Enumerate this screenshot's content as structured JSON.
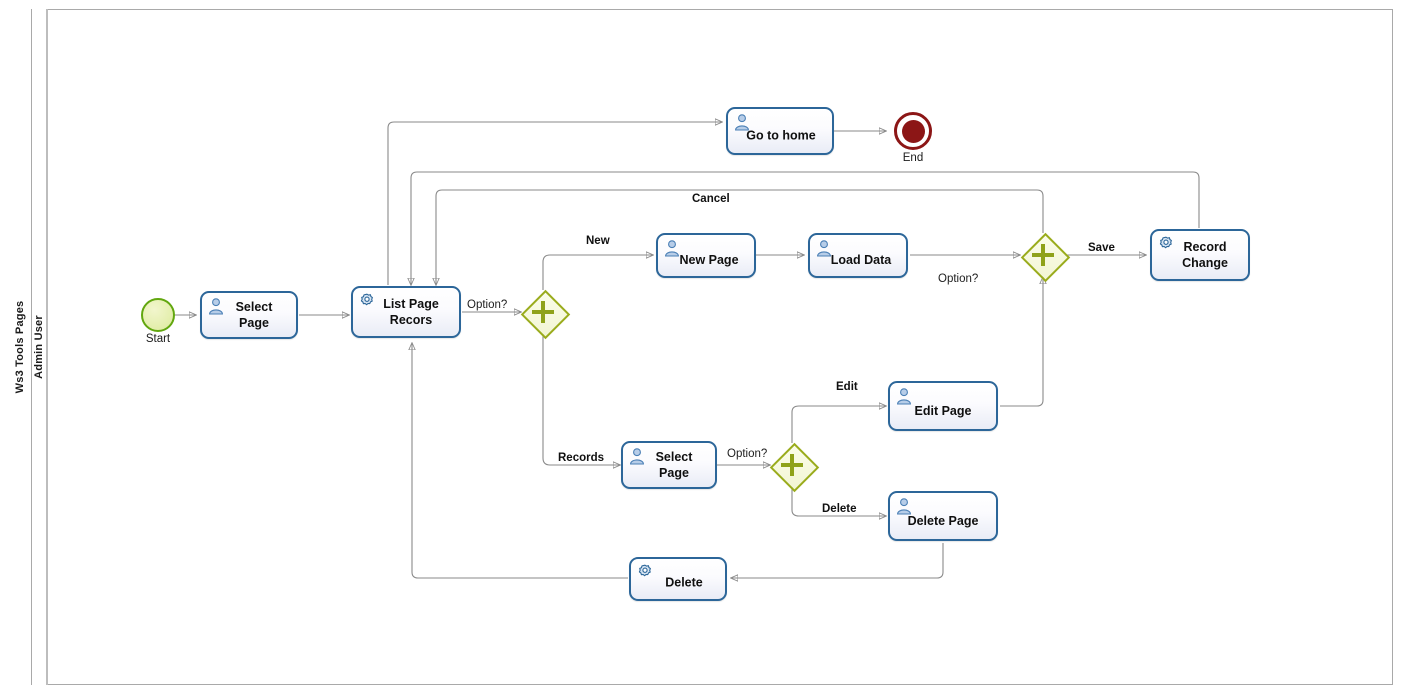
{
  "diagram": {
    "type": "bpmn-process",
    "pool": {
      "label": "Ws3 Tools Pages"
    },
    "lane": {
      "label": "Admin User"
    },
    "colors": {
      "task_border": "#2c6699",
      "task_fill": "#eef0f8",
      "gateway_border": "#9aac1c",
      "gateway_fill": "#f5f7e0",
      "start_border": "#62a70f",
      "start_fill": "#e3eeab",
      "end_border": "#8c1616",
      "end_fill": "#8c1616",
      "connector": "#8a8a8a",
      "frame": "#a9a9a9"
    },
    "events": [
      {
        "id": "start",
        "kind": "start-event",
        "label": "Start"
      },
      {
        "id": "end",
        "kind": "end-event",
        "label": "End"
      }
    ],
    "tasks": [
      {
        "id": "select-page-1",
        "label": "Select\nPage",
        "icon": "user-icon",
        "type": "user-task"
      },
      {
        "id": "list-page-recors",
        "label": "List Page\nRecors",
        "icon": "gear-icon",
        "type": "service-task"
      },
      {
        "id": "go-to-home",
        "label": "Go to home",
        "icon": "user-icon",
        "type": "user-task"
      },
      {
        "id": "new-page",
        "label": "New Page",
        "icon": "user-icon",
        "type": "user-task"
      },
      {
        "id": "load-data",
        "label": "Load Data",
        "icon": "user-icon",
        "type": "user-task"
      },
      {
        "id": "record-change",
        "label": "Record\nChange",
        "icon": "gear-icon",
        "type": "service-task"
      },
      {
        "id": "edit-page",
        "label": "Edit Page",
        "icon": "user-icon",
        "type": "user-task"
      },
      {
        "id": "select-page-2",
        "label": "Select\nPage",
        "icon": "user-icon",
        "type": "user-task"
      },
      {
        "id": "delete-page",
        "label": "Delete Page",
        "icon": "user-icon",
        "type": "user-task"
      },
      {
        "id": "delete",
        "label": "Delete",
        "icon": "gear-icon",
        "type": "service-task"
      }
    ],
    "gateways": [
      {
        "id": "gw-option-1",
        "kind": "parallel-gateway",
        "label": "Option?"
      },
      {
        "id": "gw-option-2",
        "kind": "parallel-gateway",
        "label": "Option?"
      },
      {
        "id": "gw-save",
        "kind": "parallel-gateway",
        "label": "Option?"
      }
    ],
    "edge_labels": {
      "cancel": "Cancel",
      "new": "New",
      "save": "Save",
      "records": "Records",
      "edit": "Edit",
      "delete": "Delete",
      "option_1": "Option?",
      "option_2": "Option?",
      "option_3": "Option?"
    },
    "flows": [
      {
        "from": "start",
        "to": "select-page-1",
        "label": ""
      },
      {
        "from": "select-page-1",
        "to": "list-page-recors",
        "label": ""
      },
      {
        "from": "list-page-recors",
        "to": "gw-option-1",
        "label": "Option?"
      },
      {
        "from": "list-page-recors",
        "to": "go-to-home",
        "label": ""
      },
      {
        "from": "go-to-home",
        "to": "end",
        "label": ""
      },
      {
        "from": "gw-option-1",
        "to": "new-page",
        "label": "New"
      },
      {
        "from": "new-page",
        "to": "load-data",
        "label": ""
      },
      {
        "from": "load-data",
        "to": "gw-save",
        "label": ""
      },
      {
        "from": "gw-save",
        "to": "record-change",
        "label": "Save"
      },
      {
        "from": "gw-save",
        "to": "list-page-recors",
        "label": "Cancel"
      },
      {
        "from": "record-change",
        "to": "list-page-recors",
        "label": ""
      },
      {
        "from": "gw-option-1",
        "to": "select-page-2",
        "label": "Records"
      },
      {
        "from": "select-page-2",
        "to": "gw-option-2",
        "label": "Option?"
      },
      {
        "from": "gw-option-2",
        "to": "edit-page",
        "label": "Edit"
      },
      {
        "from": "gw-option-2",
        "to": "delete-page",
        "label": "Delete"
      },
      {
        "from": "edit-page",
        "to": "gw-save",
        "label": ""
      },
      {
        "from": "delete-page",
        "to": "delete",
        "label": ""
      },
      {
        "from": "delete",
        "to": "list-page-recors",
        "label": ""
      }
    ]
  }
}
